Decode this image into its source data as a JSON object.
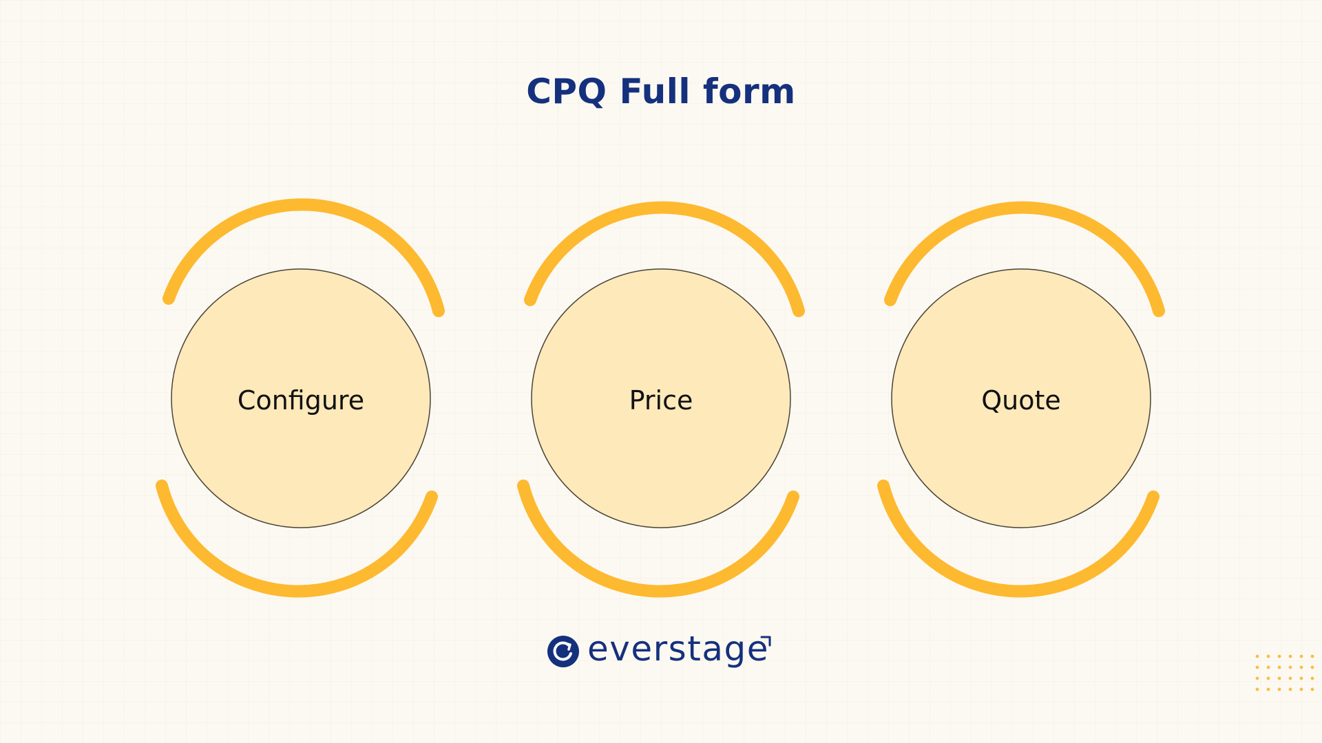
{
  "title": "CPQ Full form",
  "steps": [
    {
      "label": "Configure"
    },
    {
      "label": "Price"
    },
    {
      "label": "Quote"
    }
  ],
  "logo": {
    "text": "everstage"
  },
  "colors": {
    "background": "#fcf9f3",
    "title": "#15307d",
    "circle_fill": "#fde9ba",
    "circle_stroke": "#4a4236",
    "arc": "#fdb92f",
    "dots": "#f5c04a",
    "brand": "#15307d"
  }
}
